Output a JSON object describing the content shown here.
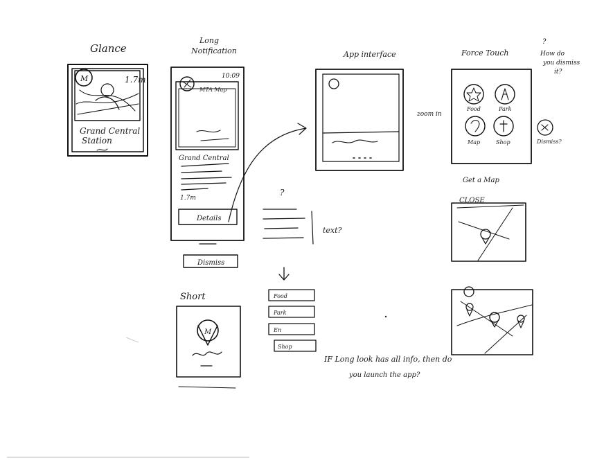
{
  "glance": {
    "title": "Glance",
    "distance": "1.7m",
    "station_line1": "Grand Central",
    "station_line2": "Station"
  },
  "long_notification": {
    "title_line1": "Long",
    "title_line2": "Notification",
    "time": "10:09",
    "app_name": "MTA Map",
    "station": "Grand Central",
    "distance": "1.7m",
    "details_label": "Details",
    "dismiss_label": "Dismiss"
  },
  "app_interface": {
    "title": "App interface"
  },
  "force_touch": {
    "title": "Force Touch",
    "side_note_q": "?",
    "side_note_line1": "How do",
    "side_note_line2": "you dismiss",
    "side_note_line3": "it?",
    "items": [
      "Food",
      "Park",
      "Map",
      "Shop"
    ],
    "dismiss_label": "Dismiss?",
    "zoom_label": "zoom in",
    "list_items": [
      "Food",
      "Park",
      "En",
      "Shop"
    ]
  },
  "short_look": {
    "title": "Short"
  },
  "text_box": {
    "question": "?",
    "label": "text?"
  },
  "get_directions": {
    "title": "Get a Map",
    "close_label": "CLOSE"
  },
  "footer_note": {
    "line1": "IF Long look has all info, then do",
    "line2": "you launch the app?"
  }
}
